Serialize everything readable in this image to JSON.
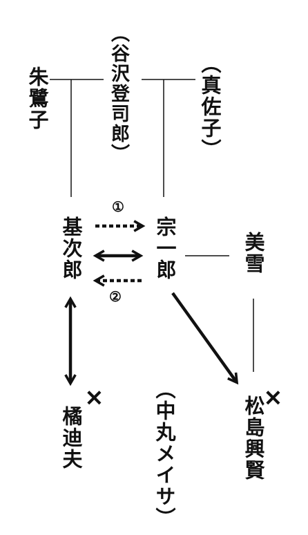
{
  "people": {
    "tanizawa": "（谷沢登司郎）",
    "shuro": "朱鷺子",
    "masako": "（真佐子）",
    "motojiro": "基次郎",
    "soichiro": "宗一郎",
    "miyuki": "美雪",
    "tachibana": "橘迪夫",
    "nakamaru": "（中丸メイサ）",
    "matsushima": "松島興賢"
  },
  "markers": {
    "one": "①",
    "two": "②",
    "cross_symbol": "✕"
  },
  "colors": {
    "ink": "#111111",
    "background": "#ffffff"
  }
}
